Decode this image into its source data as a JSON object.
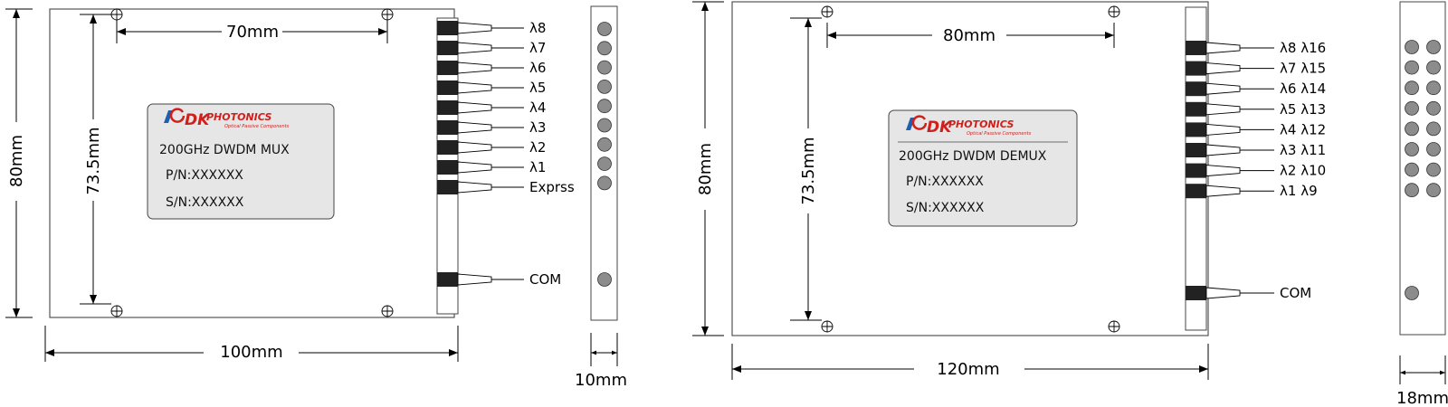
{
  "colors": {
    "line": "#000000",
    "body_stroke": "#555555",
    "label_fill": "#e6e6e6",
    "port_fill": "#8c8c8c",
    "logo_red": "#d0201c",
    "logo_blue": "#1f5fb0"
  },
  "left_device": {
    "dims": {
      "height": "80mm",
      "inner_height": "73.5mm",
      "hole_spacing": "70mm",
      "width": "100mm",
      "side_width": "10mm"
    },
    "label": {
      "logo_text": "DK",
      "logo_sub": "PHOTONICS",
      "logo_tag": "Optical Passive Components",
      "model": "200GHz  DWDM  MUX",
      "pn": "P/N:XXXXXX",
      "sn": "S/N:XXXXXX"
    },
    "ports": [
      "λ8",
      "λ7",
      "λ6",
      "λ5",
      "λ4",
      "λ3",
      "λ2",
      "λ1",
      "Exprss"
    ],
    "com": "COM"
  },
  "right_device": {
    "dims": {
      "height": "80mm",
      "inner_height": "73.5mm",
      "hole_spacing": "80mm",
      "width": "120mm",
      "side_width": "18mm"
    },
    "label": {
      "logo_text": "DK",
      "logo_sub": "PHOTONICS",
      "logo_tag": "Optical Passive Components",
      "model": "200GHz  DWDM  DEMUX",
      "pn": "P/N:XXXXXX",
      "sn": "S/N:XXXXXX"
    },
    "ports": [
      "λ8  λ16",
      "λ7  λ15",
      "λ6  λ14",
      "λ5  λ13",
      "λ4  λ12",
      "λ3  λ11",
      "λ2  λ10",
      "λ1  λ9"
    ],
    "com": "COM"
  }
}
